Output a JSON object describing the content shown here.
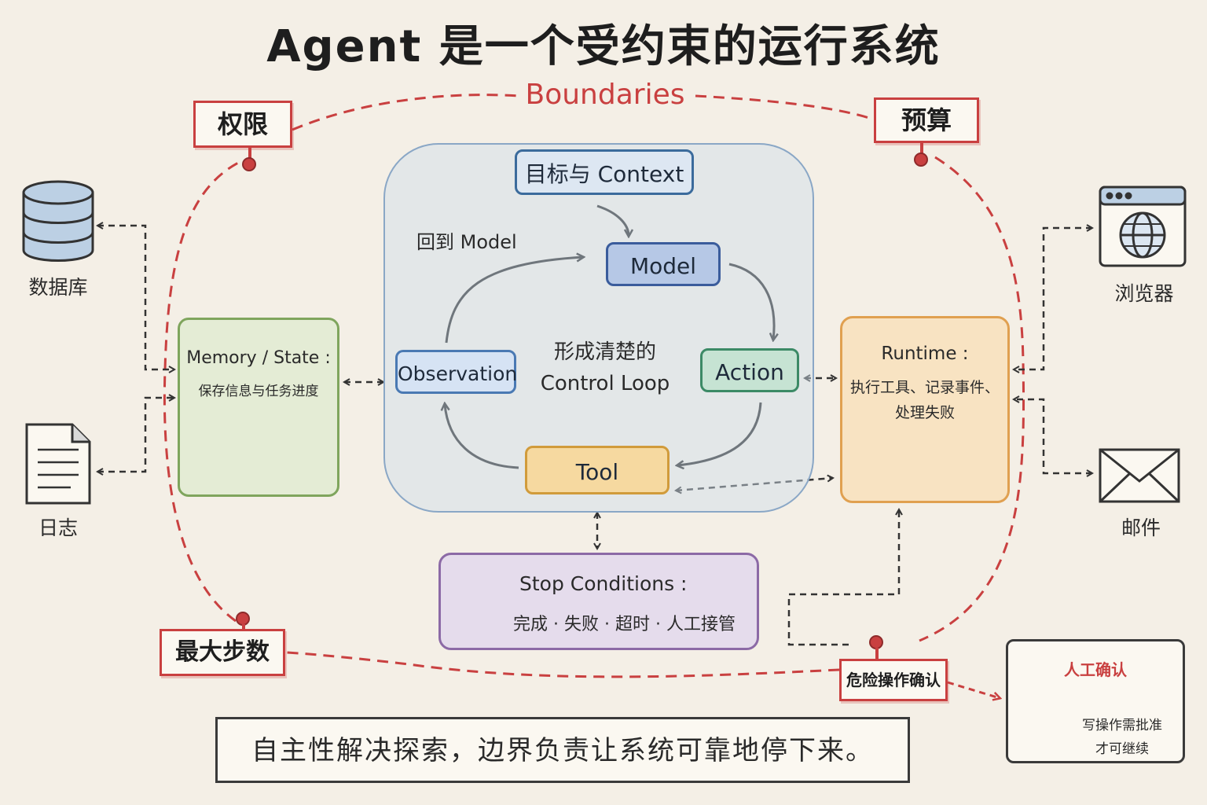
{
  "title": "Agent 是一个受约束的运行系统",
  "boundaries_label": "Boundaries",
  "signs": {
    "permissions": "权限",
    "budget": "预算",
    "max_steps": "最大步数",
    "danger_confirm": "危险操作确认"
  },
  "loop": {
    "context": "目标与 Context",
    "model": "Model",
    "action": "Action",
    "tool": "Tool",
    "observation": "Observation",
    "back_to_model": "回到 Model",
    "center_line1": "形成清楚的",
    "center_line2": "Control Loop"
  },
  "memory": {
    "title": "Memory / State :",
    "desc": "保存信息与任务进度"
  },
  "runtime": {
    "title": "Runtime :",
    "desc_line1": "执行工具、记录事件、",
    "desc_line2": "处理失败"
  },
  "stop": {
    "title": "Stop Conditions :",
    "desc": "完成 · 失败 · 超时 · 人工接管"
  },
  "resources": {
    "database": "数据库",
    "logs": "日志",
    "browser": "浏览器",
    "email": "邮件"
  },
  "human": {
    "title": "人工确认",
    "desc_line1": "写操作需批准",
    "desc_line2": "才可继续"
  },
  "footer": "自主性解决探索，边界负责让系统可靠地停下来。",
  "colors": {
    "boundary": "#c94040",
    "loop_panel": "#8aa7c6",
    "memory": "#7fa55d",
    "runtime": "#e0a050",
    "stop": "#8c6aa6"
  }
}
